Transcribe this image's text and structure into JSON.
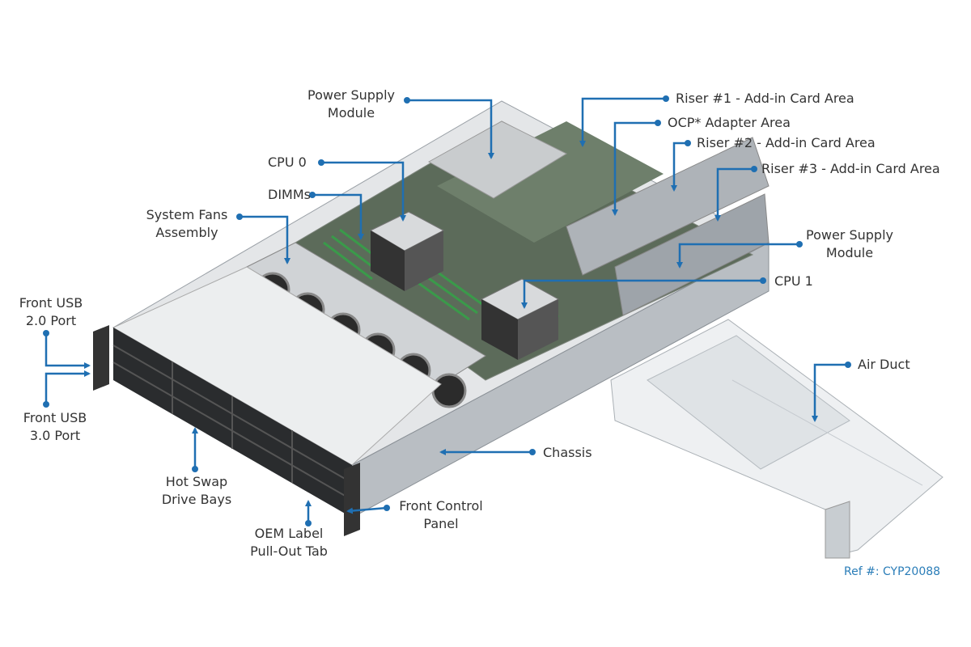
{
  "labels": {
    "psu_top": [
      "Power Supply",
      "Module"
    ],
    "cpu0": "CPU 0",
    "dimms": "DIMMs",
    "fans": [
      "System Fans",
      "Assembly"
    ],
    "riser1": "Riser #1 -  Add-in Card Area",
    "ocp": "OCP* Adapter Area",
    "riser2": "Riser #2 -  Add-in Card Area",
    "riser3": "Riser #3 -  Add-in Card Area",
    "psu_right": [
      "Power Supply",
      "Module"
    ],
    "cpu1": "CPU 1",
    "air_duct": "Air Duct",
    "chassis": "Chassis",
    "front_control": [
      "Front Control",
      "Panel"
    ],
    "oem_label": [
      "OEM Label",
      "Pull-Out Tab"
    ],
    "hot_swap": [
      "Hot Swap",
      "Drive Bays"
    ],
    "usb2": [
      "Front USB",
      "2.0 Port"
    ],
    "usb3": [
      "Front USB",
      "3.0 Port"
    ]
  },
  "reference": "Ref #:  CYP20088",
  "colors": {
    "callout": "#1f6fb2",
    "text": "#333333",
    "ref": "#2a7db8"
  }
}
